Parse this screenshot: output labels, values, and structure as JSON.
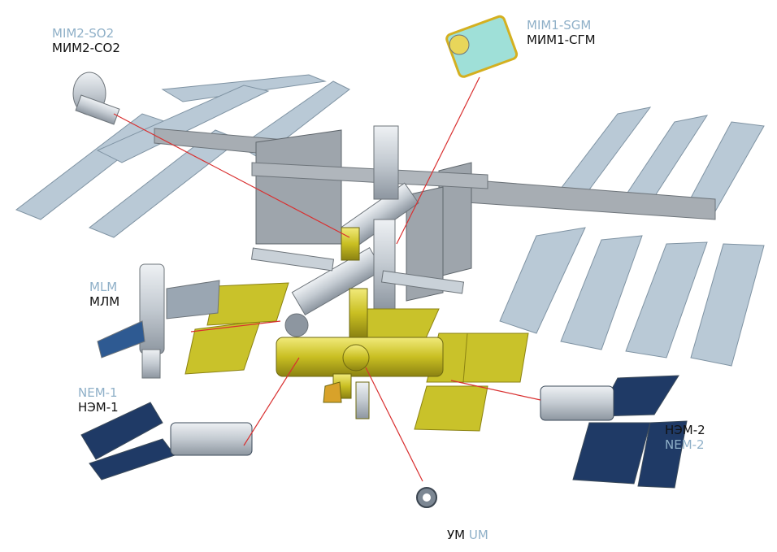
{
  "colors": {
    "english_label": "#8fb0c8",
    "russian_label": "#111111",
    "leader_line": "#d93030",
    "solar_array": "#b9c9d6",
    "russian_array": "#c9c22a",
    "dark_array": "#1f3a66",
    "module": "#c8ced4"
  },
  "labels": {
    "mim2": {
      "en": "MIM2-SO2",
      "ru": "МИМ2-СО2"
    },
    "mim1": {
      "en": "MIM1-SGM",
      "ru": "МИМ1-СГМ"
    },
    "mlm": {
      "en": "MLM",
      "ru": "МЛМ"
    },
    "nem1": {
      "en": "NEM-1",
      "ru": "НЭМ-1"
    },
    "nem2": {
      "en": "NEM-2",
      "ru": "НЭМ-2"
    },
    "um": {
      "en": "UM",
      "ru": "УМ"
    }
  }
}
